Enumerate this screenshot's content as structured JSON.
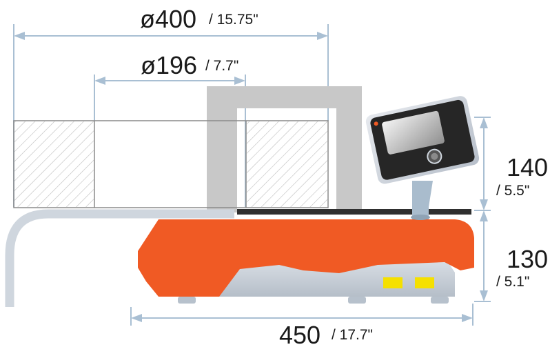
{
  "dimensions": {
    "outer_diameter": {
      "metric": "ø400",
      "imperial": "/ 15.75\""
    },
    "inner_diameter": {
      "metric": "ø196",
      "imperial": "/ 7.7\""
    },
    "display_height": {
      "metric": "140",
      "imperial": "/ 5.5\""
    },
    "base_height": {
      "metric": "130",
      "imperial": "/ 5.1\""
    },
    "base_length": {
      "metric": "450",
      "imperial": "/ 17.7\""
    }
  },
  "colors": {
    "housing": "#f05a24",
    "arm": "#c8c8c8",
    "dimension_line": "#a9bfd3",
    "hatch": "#bdbdbd",
    "display_frame": "#2b2b2b",
    "status_pads": "#f5e000"
  },
  "icons": [
    "hatched-workpiece-section",
    "touchscreen-display",
    "home-button-icon"
  ]
}
